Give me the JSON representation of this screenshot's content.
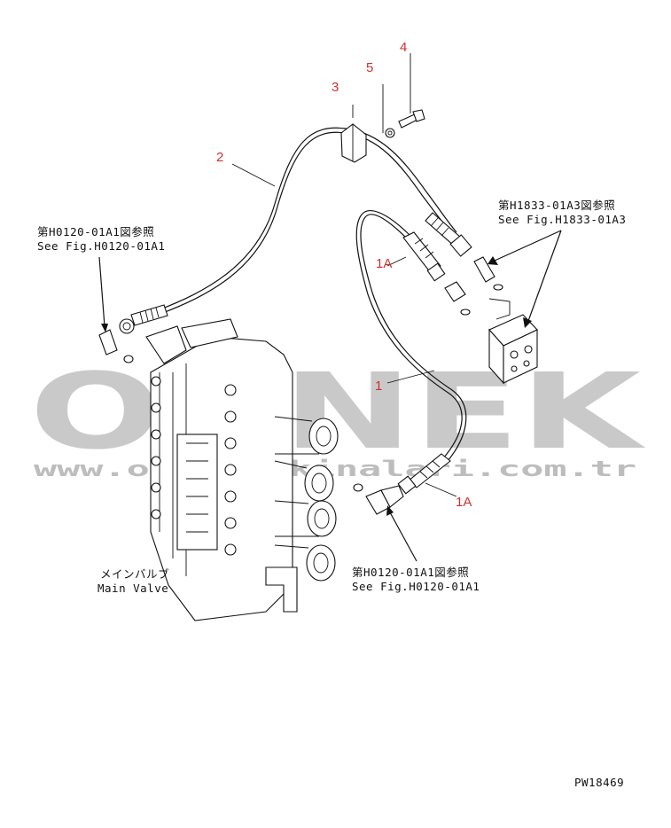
{
  "watermark": {
    "brand": "ORNEK",
    "url": "www.ornekmakinalari.com.tr"
  },
  "callouts": [
    {
      "id": "c1",
      "label": "1"
    },
    {
      "id": "c1a-top",
      "label": "1A"
    },
    {
      "id": "c1a-bot",
      "label": "1A"
    },
    {
      "id": "c2",
      "label": "2"
    },
    {
      "id": "c3",
      "label": "3"
    },
    {
      "id": "c4",
      "label": "4"
    },
    {
      "id": "c5",
      "label": "5"
    }
  ],
  "references": {
    "left": {
      "jp": "第H0120-01A1図参照",
      "en": "See Fig.H0120-01A1"
    },
    "right": {
      "jp": "第H1833-01A3図参照",
      "en": "See Fig.H1833-01A3"
    },
    "bottom": {
      "jp": "第H0120-01A1図参照",
      "en": "See Fig.H0120-01A1"
    }
  },
  "main_valve": {
    "jp": "メインバルブ",
    "en": "Main Valve"
  },
  "drawing_code": "PW18469",
  "colors": {
    "callout": "#d03030",
    "watermark": "#c9c9c9",
    "line": "#111111"
  }
}
